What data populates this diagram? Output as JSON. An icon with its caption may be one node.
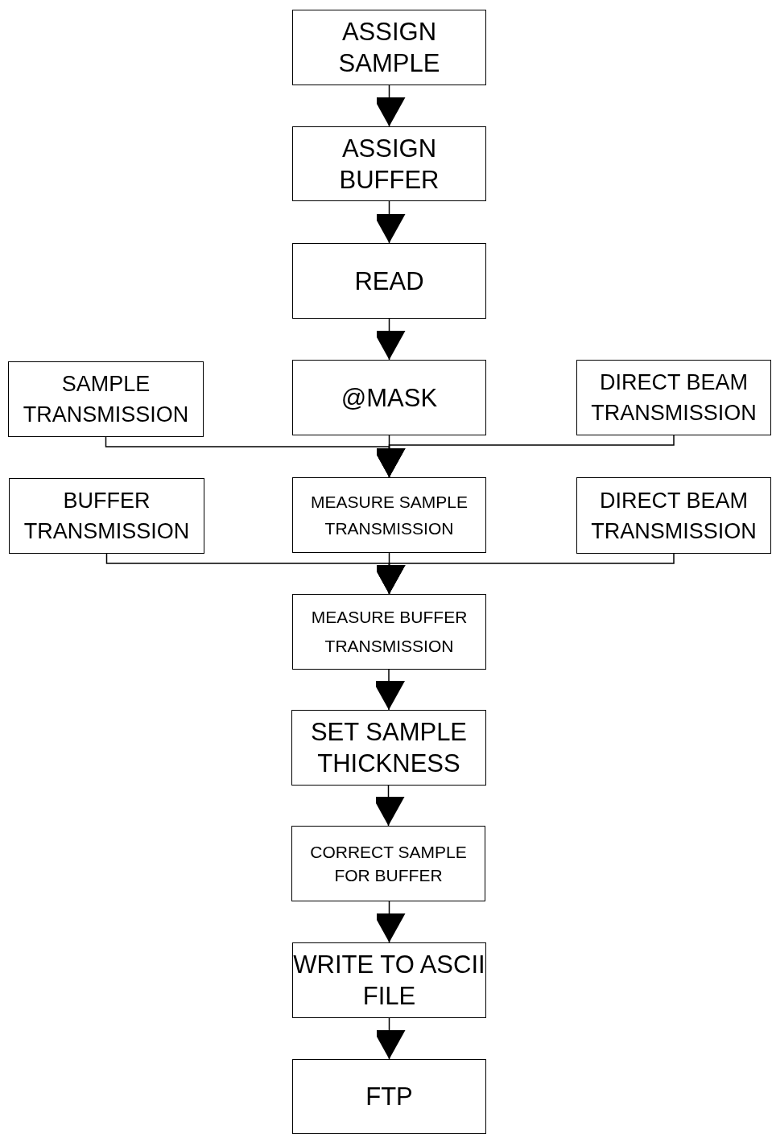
{
  "diagram": {
    "nodes": [
      {
        "text": [
          "ASSIGN SAMPLE"
        ]
      },
      {
        "text": [
          "ASSIGN BUFFER"
        ]
      },
      {
        "text": [
          "READ"
        ]
      },
      {
        "text": [
          "SAMPLE TRANSMISSION"
        ]
      },
      {
        "text": [
          "@MASK"
        ]
      },
      {
        "text": [
          "DIRECT BEAM TRANSMISSION"
        ]
      },
      {
        "text": [
          "BUFFER TRANSMISSION"
        ]
      },
      {
        "text": [
          "MEASURE SAMPLE TRANSMISSION"
        ]
      },
      {
        "text": [
          "DIRECT BEAM TRANSMISSION"
        ]
      },
      {
        "text": [
          "MEASURE BUFFER TRANSMISSION"
        ]
      },
      {
        "text": [
          "SET SAMPLE THICKNESS"
        ]
      },
      {
        "text": [
          "CORRECT SAMPLE FOR BUFFER"
        ]
      },
      {
        "text": [
          "WRITE TO ASCII FILE"
        ]
      },
      {
        "text": [
          "FTP"
        ]
      }
    ],
    "edges": [
      {
        "from": 0,
        "to": 1,
        "arrow": "to"
      },
      {
        "from": 1,
        "to": 2,
        "arrow": "to"
      },
      {
        "from": 2,
        "to": 4,
        "arrow": "to"
      },
      {
        "from": 3,
        "to": 7,
        "arrow": "to"
      },
      {
        "from": 4,
        "to": 7,
        "arrow": "to"
      },
      {
        "from": 5,
        "to": 7,
        "arrow": "to"
      },
      {
        "from": 6,
        "to": 9,
        "arrow": "to"
      },
      {
        "from": 7,
        "to": 9,
        "arrow": "to"
      },
      {
        "from": 8,
        "to": 9,
        "arrow": "to"
      },
      {
        "from": 9,
        "to": 10,
        "arrow": "to"
      },
      {
        "from": 10,
        "to": 11,
        "arrow": "to"
      },
      {
        "from": 11,
        "to": 12,
        "arrow": "to"
      },
      {
        "from": 12,
        "to": 13,
        "arrow": "to"
      }
    ]
  }
}
